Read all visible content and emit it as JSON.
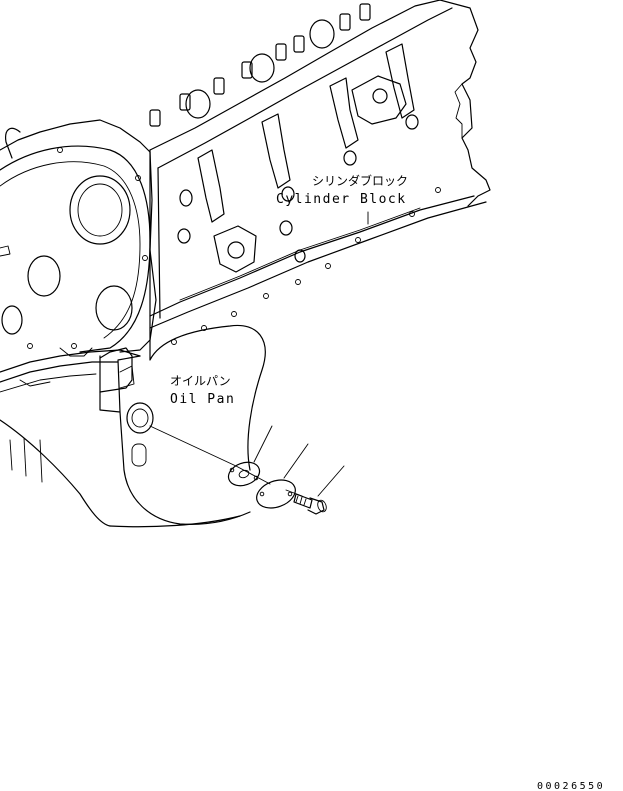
{
  "labels": {
    "cylinder_block_jp": "シリンダブロック",
    "cylinder_block_en": "Cylinder Block",
    "oil_pan_jp": "オイルパン",
    "oil_pan_en": "Oil Pan"
  },
  "document_number": "00026550"
}
